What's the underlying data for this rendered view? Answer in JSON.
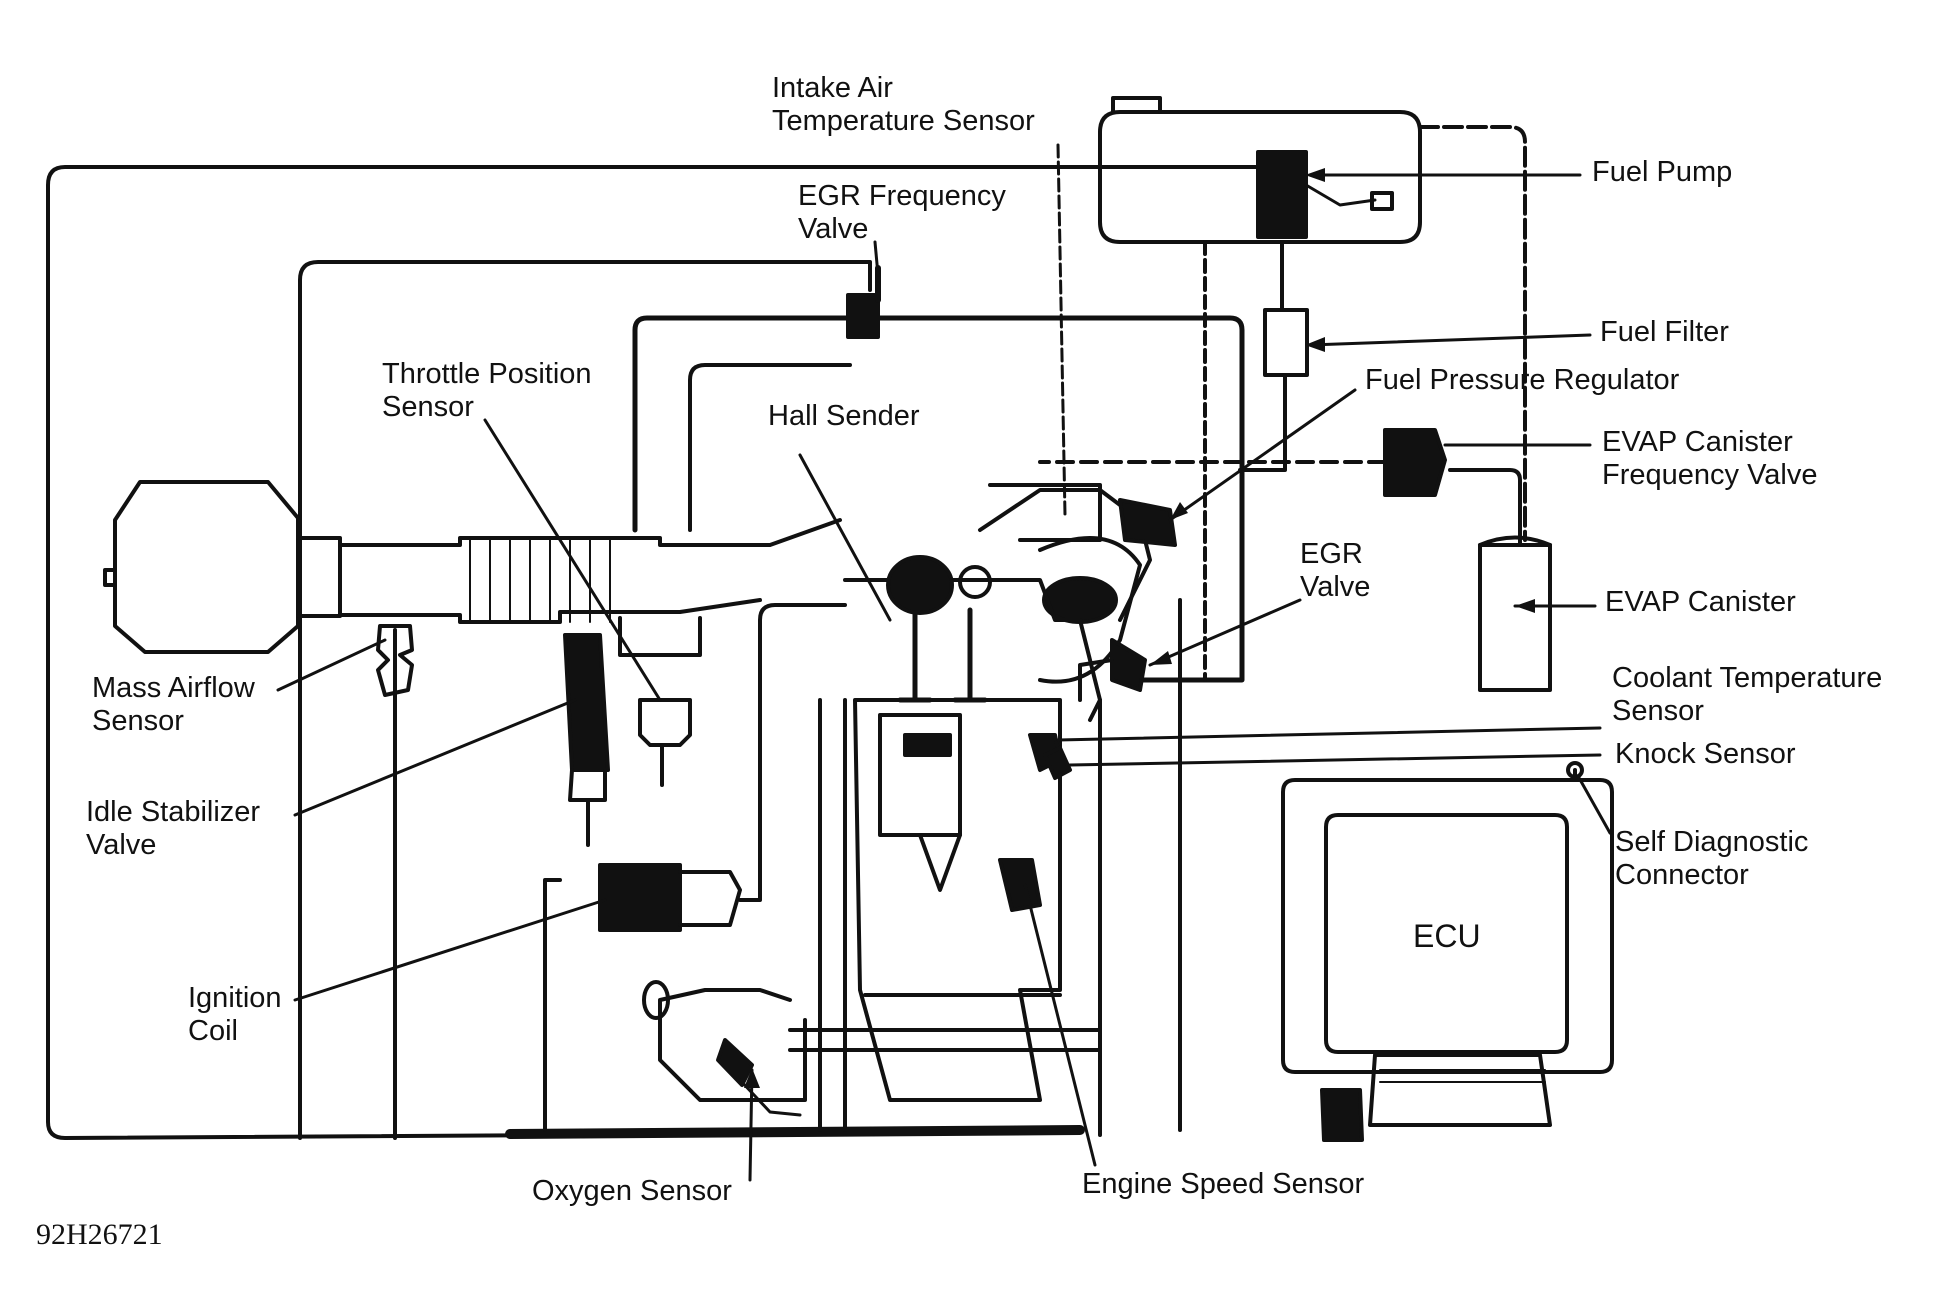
{
  "diagram": {
    "figure_code": "92H26721",
    "ecu_label": "ECU",
    "labels": {
      "intake_air_temperature_sensor": [
        "Intake Air",
        "Temperature Sensor"
      ],
      "egr_frequency_valve": [
        "EGR Frequency",
        "Valve"
      ],
      "throttle_position_sensor": [
        "Throttle Position",
        "Sensor"
      ],
      "hall_sender": [
        "Hall Sender"
      ],
      "fuel_pump": [
        "Fuel Pump"
      ],
      "fuel_filter": [
        "Fuel Filter"
      ],
      "fuel_pressure_regulator": [
        "Fuel Pressure Regulator"
      ],
      "evap_canister_frequency_valve": [
        "EVAP Canister",
        "Frequency Valve"
      ],
      "egr_valve": [
        "EGR",
        "Valve"
      ],
      "evap_canister": [
        "EVAP Canister"
      ],
      "coolant_temperature_sensor": [
        "Coolant Temperature",
        "Sensor"
      ],
      "knock_sensor": [
        "Knock Sensor"
      ],
      "self_diagnostic_connector": [
        "Self Diagnostic",
        "Connector"
      ],
      "mass_airflow_sensor": [
        "Mass Airflow",
        "Sensor"
      ],
      "idle_stabilizer_valve": [
        "Idle Stabilizer",
        "Valve"
      ],
      "ignition_coil": [
        "Ignition",
        "Coil"
      ],
      "oxygen_sensor": [
        "Oxygen Sensor"
      ],
      "engine_speed_sensor": [
        "Engine Speed Sensor"
      ]
    }
  }
}
